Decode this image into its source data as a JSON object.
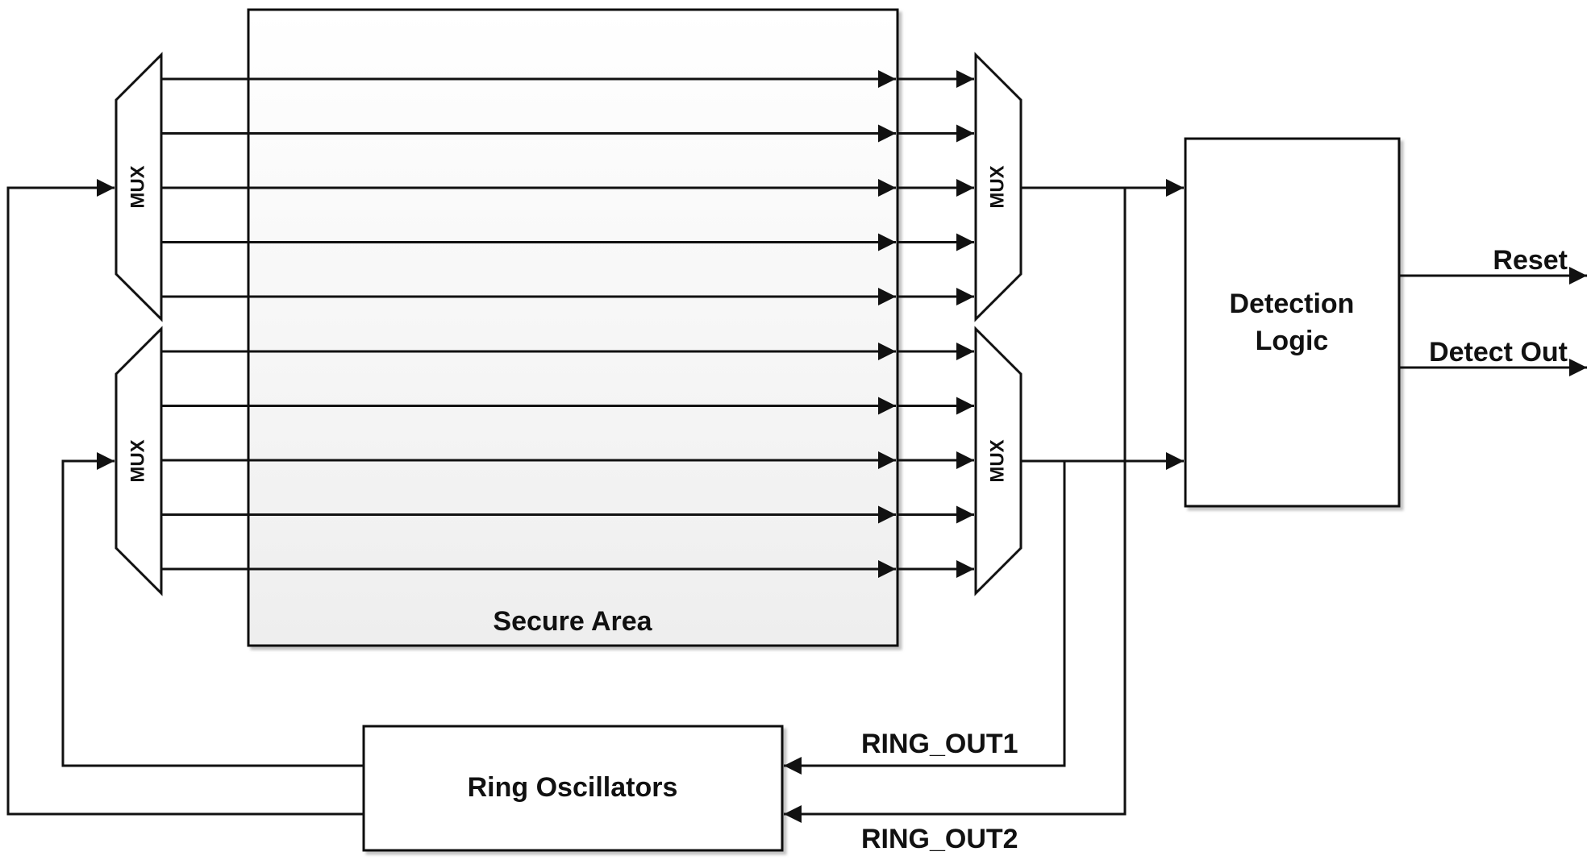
{
  "blocks": {
    "secure_area": {
      "label": "Secure Area"
    },
    "mux_labels": [
      "MUX",
      "MUX",
      "MUX",
      "MUX"
    ],
    "detection_logic": {
      "line1": "Detection",
      "line2": "Logic"
    },
    "ring_oscillators": {
      "label": "Ring Oscillators"
    }
  },
  "signals": {
    "reset": "Reset",
    "detect_out": "Detect Out",
    "ring_out1": "RING_OUT1",
    "ring_out2": "RING_OUT2"
  },
  "colors": {
    "line": "#111111",
    "secure_fill_top": "#ffffff",
    "secure_fill_bottom": "#efefef"
  }
}
